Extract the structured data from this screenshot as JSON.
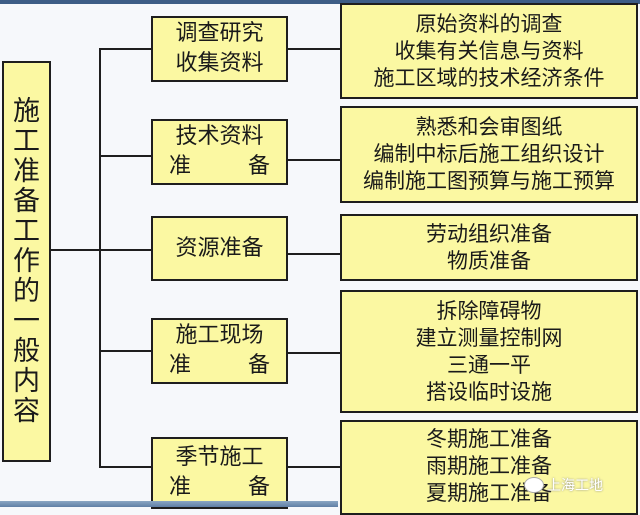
{
  "diagram": {
    "root": {
      "label": "施工准备工作的一般内容",
      "chars": [
        "施",
        "工",
        "准",
        "备",
        "工",
        "作",
        "的",
        "一",
        "般",
        "内",
        "容"
      ]
    },
    "branches": [
      {
        "label_line1": "调查研究",
        "label_line2": [
          "收集资料"
        ],
        "details": [
          "原始资料的调查",
          "收集有关信息与资料",
          "施工区域的技术经济条件"
        ]
      },
      {
        "label_line1": "技术资料",
        "label_line2": [
          "准",
          "备"
        ],
        "details": [
          "熟悉和会审图纸",
          "编制中标后施工组织设计",
          "编制施工图预算与施工预算"
        ]
      },
      {
        "label_line1": "资源准备",
        "label_line2": [],
        "details": [
          "劳动组织准备",
          "物质准备"
        ]
      },
      {
        "label_line1": "施工现场",
        "label_line2": [
          "准",
          "备"
        ],
        "details": [
          "拆除障碍物",
          "建立测量控制网",
          "三通一平",
          "搭设临时设施"
        ]
      },
      {
        "label_line1": "季节施工",
        "label_line2": [
          "准",
          "备"
        ],
        "details": [
          "冬期施工准备",
          "雨期施工准备",
          "夏期施工准备"
        ]
      }
    ]
  },
  "watermark": {
    "text": "上海工地"
  },
  "colors": {
    "box_fill": "#fbf8a2",
    "border": "#1e1e1e",
    "background": "#f6f8fb",
    "top_band": "#3d5d86"
  }
}
